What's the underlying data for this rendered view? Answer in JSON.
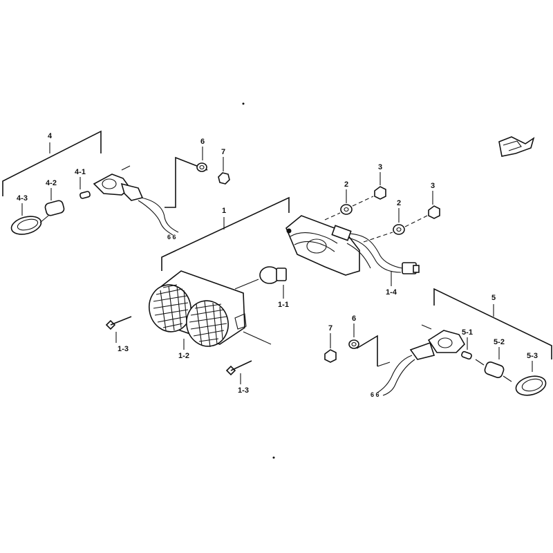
{
  "callouts": {
    "c1": "1",
    "c1_1": "1-1",
    "c1_2": "1-2",
    "c1_3a": "1-3",
    "c1_3b": "1-3",
    "c1_4": "1-4",
    "c2a": "2",
    "c2b": "2",
    "c3a": "3",
    "c3b": "3",
    "c4": "4",
    "c4_1": "4-1",
    "c4_2": "4-2",
    "c4_3": "4-3",
    "c5": "5",
    "c5_1": "5-1",
    "c5_2": "5-2",
    "c5_3": "5-3",
    "c6a": "6",
    "c6b": "6",
    "c7a": "7",
    "c7b": "7"
  },
  "colors": {
    "ink": "#111111",
    "paper": "#ffffff"
  },
  "icons": {
    "orientation_mark": "front-arrow-icon"
  }
}
